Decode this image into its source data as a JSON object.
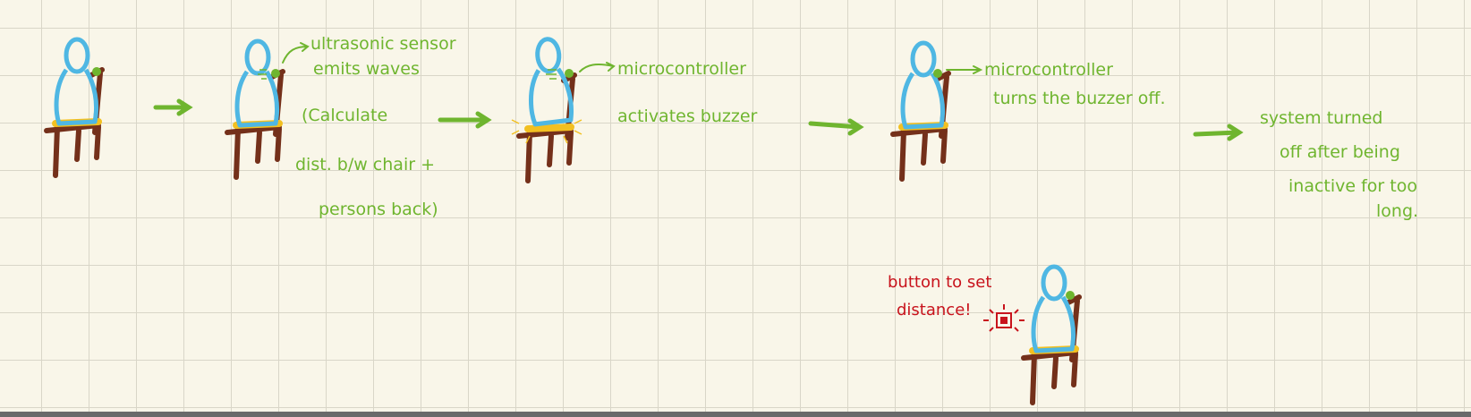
{
  "notes": {
    "sensor_label_1": "ultrasonic sensor",
    "sensor_label_2": "emits waves",
    "calc_1": "(Calculate",
    "calc_2": "dist. b/w chair +",
    "calc_3": "persons back)",
    "micro_1": "microcontroller",
    "activates": "activates buzzer",
    "micro_2": "microcontroller",
    "turns_off": "turns the buzzer off.",
    "system_1": "system turned",
    "system_2": "off after being",
    "system_3": "inactive for too",
    "system_4": "long.",
    "button_1": "button to set",
    "button_2": "distance!"
  },
  "colors": {
    "paper": "#f9f6e9",
    "grid": "#d9d6c8",
    "ink_green": "#6fb52f",
    "ink_red": "#c8131c",
    "person_blue": "#4fb7e3",
    "chair_brown": "#74301a",
    "seat_yellow": "#f2c021"
  }
}
